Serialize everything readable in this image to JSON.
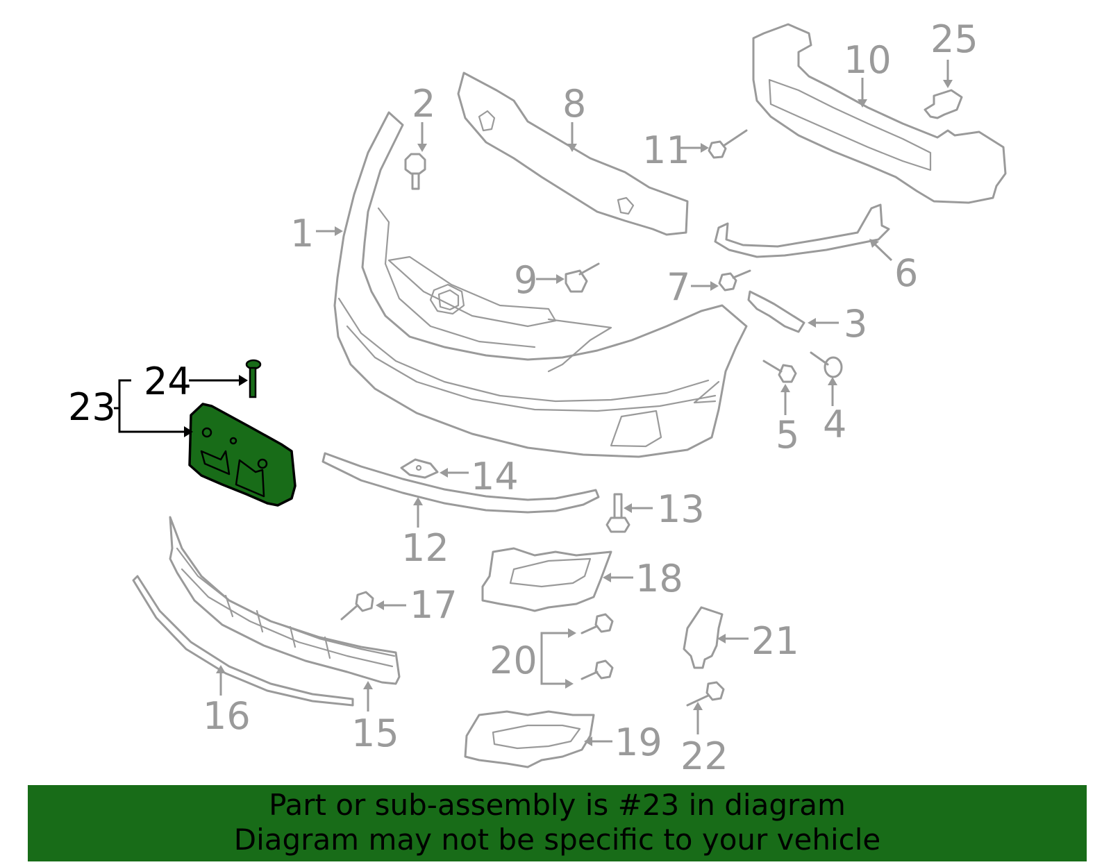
{
  "labels": {
    "p1": "1",
    "p2": "2",
    "p3": "3",
    "p4": "4",
    "p5": "5",
    "p6": "6",
    "p7": "7",
    "p8": "8",
    "p9": "9",
    "p10": "10",
    "p11": "11",
    "p12": "12",
    "p13": "13",
    "p14": "14",
    "p15": "15",
    "p16": "16",
    "p17": "17",
    "p18": "18",
    "p19": "19",
    "p20": "20",
    "p21": "21",
    "p22": "22",
    "p23": "23",
    "p24": "24",
    "p25": "25"
  },
  "highlighted_part": "23",
  "colors": {
    "highlight": "#186c18",
    "parts": "#9a9a9a",
    "banner": "#186c18"
  },
  "banner": {
    "line1": "Part or sub-assembly is #23 in diagram",
    "line2": "Diagram may not be specific to your vehicle"
  }
}
